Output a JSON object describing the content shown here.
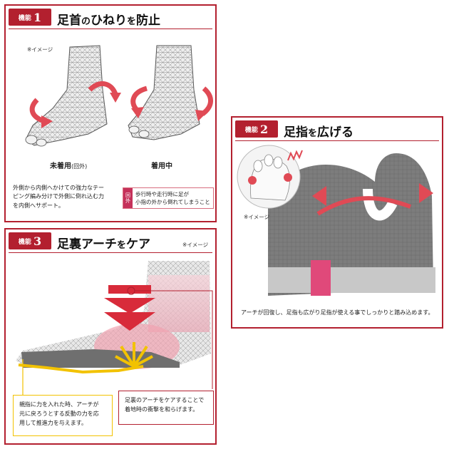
{
  "panel1": {
    "badge_label": "機能",
    "badge_num": "1",
    "title_a": "足首",
    "title_b": "の",
    "title_c": "ひねり",
    "title_d": "を",
    "title_e": "防止",
    "image_note": "※イメージ",
    "caption_left": "未着用",
    "caption_left_paren": "(回外)",
    "caption_right": "着用中",
    "desc_line1": "外側から内側へかけての強力なテー",
    "desc_line2": "ピング編み分けで外側に倒れ込む力",
    "desc_line3": "を内側へサポート。",
    "warn_tag": "回外",
    "warn_line1": "歩行時や走行時に足が",
    "warn_line2": "小指の外から倒れてしまうこと"
  },
  "panel2": {
    "badge_label": "機能",
    "badge_num": "2",
    "title_a": "足指",
    "title_b": "を",
    "title_c": "広げる",
    "image_note": "※イメージ",
    "caption": "アーチが回復し、足指も広がり足指が使える事でしっかりと踏み込めます。"
  },
  "panel3": {
    "badge_label": "機能",
    "badge_num": "3",
    "title_a": "足裏アーチ",
    "title_b": "を",
    "title_c": "ケア",
    "image_note": "※イメージ",
    "callout_left_1": "親指に力を入れた時、アーチが",
    "callout_left_2": "元に戻ろうとする反動の力を応",
    "callout_left_3": "用して推進力を与えます。",
    "callout_right_1": "足裏のアーチをケアすることで",
    "callout_right_2": "着地時の衝撃を和らげます。"
  },
  "colors": {
    "brand_red": "#b3202f",
    "arrow_red": "#e04a55",
    "sock_gray": "#7d7d7d",
    "accent_pink": "#e0497a",
    "highlight_yellow": "#f2c200"
  },
  "icons": [
    "rotation-arrow-icon",
    "spread-arrow-icon",
    "down-arrow-icon",
    "burst-icon",
    "pain-zigzag-icon"
  ]
}
